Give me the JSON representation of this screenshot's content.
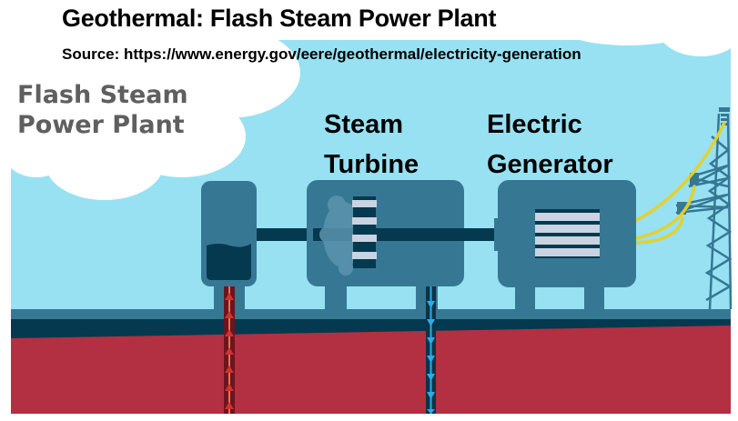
{
  "header": {
    "title": "Geothermal:  Flash Steam Power Plant",
    "source": "Source:  https://www.energy.gov/eere/geothermal/electricity-generation"
  },
  "diagram": {
    "cloud_label_line1": "Flash Steam",
    "cloud_label_line2": "Power Plant",
    "turbine_label_line1": "Steam",
    "turbine_label_line2": "Turbine",
    "generator_label_line1": "Electric",
    "generator_label_line2": "Generator",
    "components": [
      "separator-tank",
      "steam-turbine",
      "electric-generator",
      "transmission-tower",
      "production-well",
      "injection-well"
    ],
    "flow": {
      "production_well_direction": "up",
      "injection_well_direction": "down"
    }
  },
  "colors": {
    "sky": "#97e1f3",
    "machine": "#367894",
    "machine_dark": "#04394f",
    "ground_surface": "#367894",
    "ground_dark": "#04394f",
    "earth": "#b23042",
    "hot_fluid": "#d2332b",
    "cold_fluid": "#29aee8",
    "power_line": "#e6d12a",
    "cloud": "#ffffff",
    "label_gray": "#5f5f5f"
  }
}
